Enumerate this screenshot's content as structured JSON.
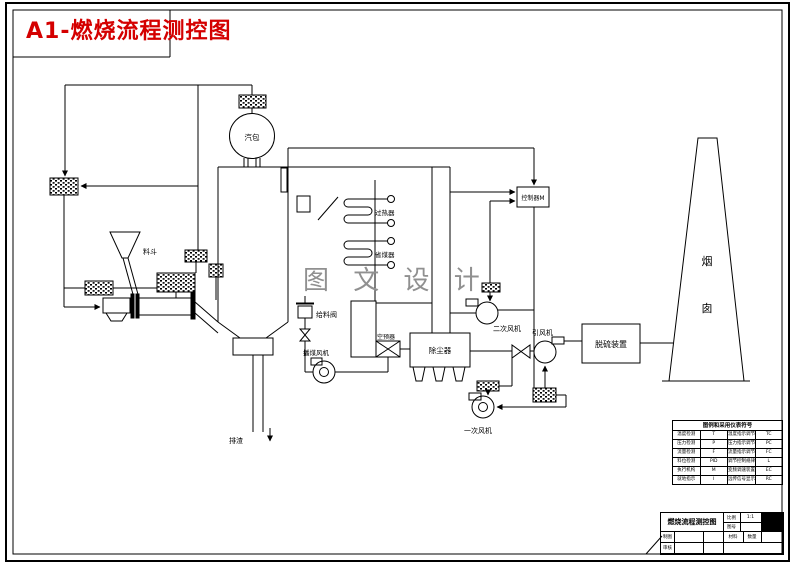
{
  "title": "A1-燃烧流程测控图",
  "watermark": "图 文 设 计",
  "diagram": {
    "drum": "汽包",
    "hopper": "料斗",
    "slag": "排渣",
    "superheater": "过热器",
    "economizer": "省煤器",
    "air_preheater": "空预器",
    "dust_collector": "除尘器",
    "id_fan": "引风机",
    "desulfurizer": "脱硫装置",
    "chimney_char1": "烟",
    "chimney_char2": "囱",
    "secondary_fan": "二次风机",
    "primary_fan": "一次风机",
    "coal_fan": "播煤风机",
    "feed_valve": "给料阀",
    "controller": "控制器M"
  },
  "legend": {
    "header": "图例和采用仪表符号",
    "rows": [
      [
        "温度检测",
        "T",
        "温度指示调节",
        "TC"
      ],
      [
        "压力检测",
        "P",
        "压力指示调节",
        "PC"
      ],
      [
        "流量检测",
        "F",
        "流量指示调节",
        "FC"
      ],
      [
        "料位检测",
        "PID",
        "调节控制规律",
        "L"
      ],
      [
        "执行机构",
        "M",
        "变频调速装置",
        "EC"
      ],
      [
        "就地指示",
        "I",
        "远传信号显示",
        "RC"
      ]
    ]
  },
  "titleblock": {
    "name": "燃烧流程测控图",
    "scale_label": "比例",
    "scale_value": "1:1",
    "no_label": "图号",
    "no_value": "",
    "draw_label": "制图",
    "check_label": "审核",
    "material_label": "材料",
    "qty_label": "数量"
  }
}
